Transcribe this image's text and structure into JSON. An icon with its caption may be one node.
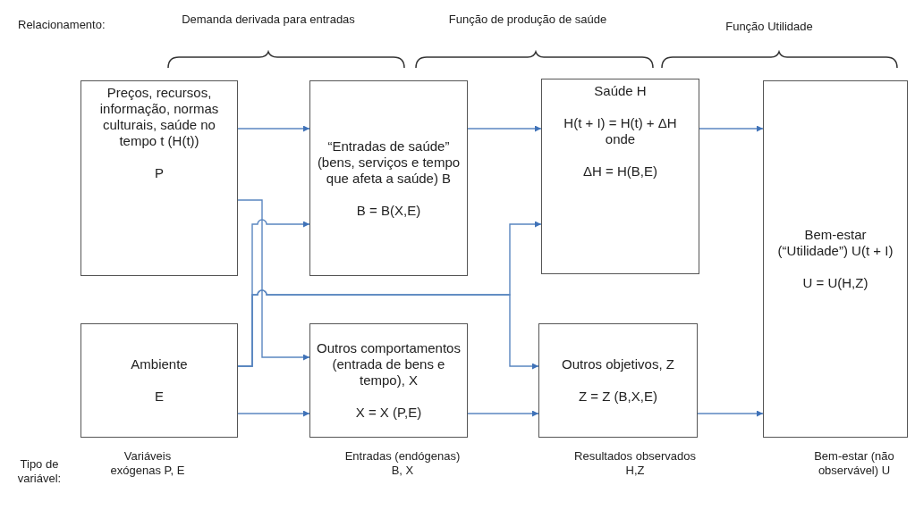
{
  "diagram": {
    "nodes": [
      {
        "text": [
          "Preços, recursos, informação, normas culturais, saúde no tempo t (H(t))",
          "P"
        ]
      },
      {
        "text": [
          "“Entradas de saúde” (bens, serviços e tempo que afeta a saúde) B",
          "B = B(X,E)"
        ]
      },
      {
        "text": [
          "Saúde H",
          "H(t + I) = H(t) + ΔH onde",
          "ΔH = H(B,E)"
        ]
      },
      {
        "text": [
          "Bem-estar (“Utilidade”) U(t + I)",
          "U = U(H,Z)"
        ]
      },
      {
        "text": [
          "Ambiente",
          "E"
        ]
      },
      {
        "text": [
          "Outros comportamentos (entrada de bens e tempo), X",
          "X = X (P,E)"
        ]
      },
      {
        "text": [
          "Outros objetivos, Z",
          "Z = Z (B,X,E)"
        ]
      }
    ],
    "edges": [
      {
        "from": 0,
        "to": 1,
        "arrow": "to"
      },
      {
        "from": 0,
        "to": 5,
        "arrow": "to"
      },
      {
        "from": 4,
        "to": 1,
        "arrow": "to"
      },
      {
        "from": 4,
        "to": 2,
        "arrow": "to"
      },
      {
        "from": 4,
        "to": 6,
        "arrow": "to"
      },
      {
        "from": 4,
        "to": 5,
        "arrow": "to"
      },
      {
        "from": 1,
        "to": 2,
        "arrow": "to"
      },
      {
        "from": 5,
        "to": 6,
        "arrow": "to"
      },
      {
        "from": 2,
        "to": 3,
        "arrow": "to"
      },
      {
        "from": 6,
        "to": 3,
        "arrow": "to"
      }
    ],
    "labels": [
      "Relacionamento:",
      "Demanda derivada para entradas",
      "Função de produção de saúde",
      "Função Utilidade",
      "Tipo de variável:",
      "Variáveis exógenas P, E",
      "Entradas (endógenas) B, X",
      "Resultados observados H,Z",
      "Bem-estar (não observável) U"
    ]
  }
}
